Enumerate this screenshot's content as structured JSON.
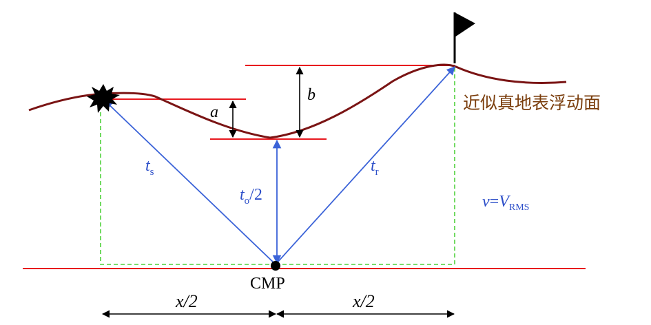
{
  "labels": {
    "a": "a",
    "b": "b",
    "ts_main": "t",
    "ts_sub": "s",
    "tr_main": "t",
    "tr_sub": "r",
    "t0_main": "t",
    "t0_sub": "o",
    "t0_tail": "/2",
    "cmp": "CMP",
    "x_left": "x/2",
    "x_right": "x/2",
    "surface_label": "近似真地表浮动面",
    "v_main": "v",
    "v_eq": "=",
    "v_V": "V",
    "v_sub": "RMS"
  },
  "colors": {
    "surface": "#7a1414",
    "red_line": "#e8181e",
    "ray": "#3b63d8",
    "dashed": "#4fd13b",
    "text_blue": "#2d4fc9",
    "text_brown": "#7a3d0c",
    "black": "#000000"
  },
  "icons": {
    "source": "explosion-icon",
    "receiver": "flag-icon",
    "cmp_point": "dot-icon"
  }
}
